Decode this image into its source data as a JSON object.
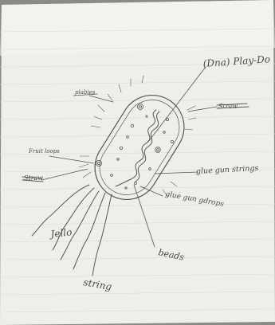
{
  "diagram": {
    "labels": {
      "dna": "(Dna) Play-Do",
      "glue_strings": "glue gun strings",
      "glue_drops": "glue gun gdrops",
      "beads": "beads",
      "string": "string",
      "jello": "Jello",
      "fruit_loops": "Fruit loops",
      "small_top": "plabies",
      "scribbled_right": "Straw",
      "scribbled_left": "Straw"
    }
  }
}
